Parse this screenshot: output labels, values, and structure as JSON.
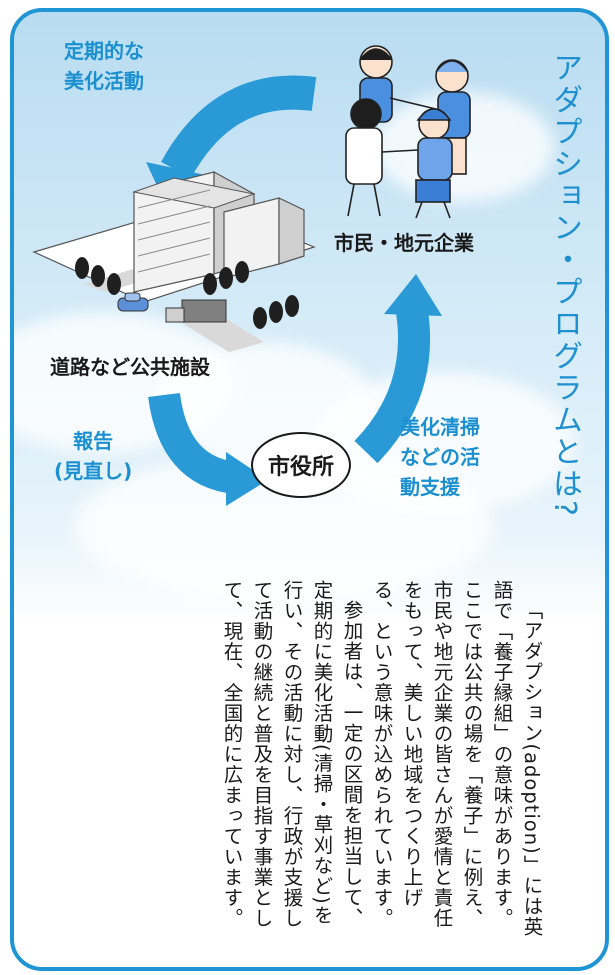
{
  "title": "アダプション・プログラムとは?",
  "diagram": {
    "label_top": [
      "定期的な",
      "美化活動"
    ],
    "label_citizens": "市民・地元企業",
    "label_facilities": "道路など公共施設",
    "label_report": [
      "報告",
      "(見直し)"
    ],
    "label_cityhall": "市役所",
    "label_support": [
      "美化清掃",
      "などの活",
      "動支援"
    ]
  },
  "body": {
    "p1": "「アダプション(adoption)」には英語で「養子縁組」の意味があります。ここでは公共の場を「養子」に例え、市民や地元企業の皆さんが愛情と責任をもって、美しい地域をつくり上げる、という意味が込められています。",
    "p2": "参加者は、一定の区間を担当して、定期的に美化活動(清掃・草刈など)を行い、その活動に対し、行政が支援して活動の継続と普及を目指す事業として、現在、全国的に広まっています。"
  },
  "colors": {
    "accent": "#1f95d4",
    "arrow": "#2a9ad6",
    "text": "#1a1a1a"
  }
}
